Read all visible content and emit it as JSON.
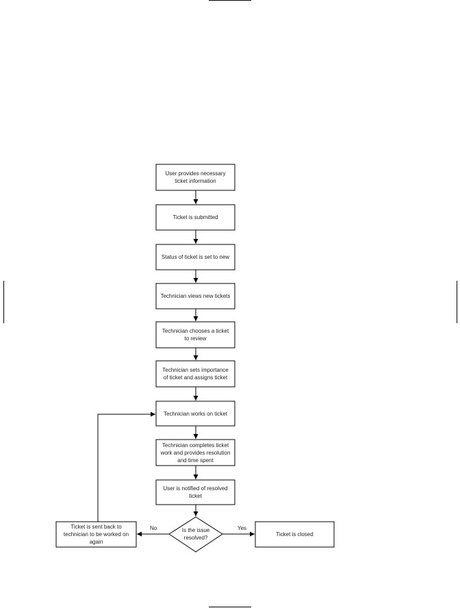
{
  "nodes": [
    {
      "id": "n1",
      "text": "User provides necessary ticket information"
    },
    {
      "id": "n2",
      "text": "Ticket is submitted"
    },
    {
      "id": "n3",
      "text": "Status of ticket is set to new"
    },
    {
      "id": "n4",
      "text": "Technician views new tickets"
    },
    {
      "id": "n5",
      "text": "Technician chooses a ticket to review"
    },
    {
      "id": "n6",
      "text": "Technician sets importance of ticket and assigns ticket"
    },
    {
      "id": "n7",
      "text": "Technician works on ticket"
    },
    {
      "id": "n8",
      "text": "Technician completes ticket work and provides resolution and time spent"
    },
    {
      "id": "n9",
      "text": "User is notified of resolved ticket"
    },
    {
      "id": "d1",
      "text": "Is the issue resolved?"
    },
    {
      "id": "n10",
      "text": "Ticket is sent back to technician to be worked on again"
    },
    {
      "id": "n11",
      "text": "Ticket is closed"
    }
  ],
  "edges": {
    "no_label": "No",
    "yes_label": "Yes"
  }
}
